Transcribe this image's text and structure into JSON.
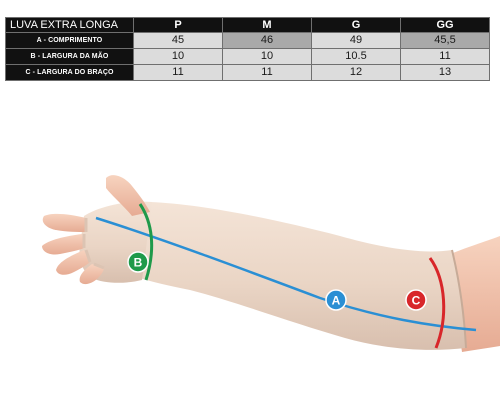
{
  "table": {
    "title": "LUVA EXTRA LONGA",
    "sizes": [
      "P",
      "M",
      "G",
      "GG"
    ],
    "rows": [
      {
        "label": "A - COMPRIMENTO",
        "values": [
          "45",
          "46",
          "49",
          "45,5"
        ]
      },
      {
        "label": "B - LARGURA DA MÃO",
        "values": [
          "10",
          "10",
          "10.5",
          "11"
        ]
      },
      {
        "label": "C - LARGURA DO BRAÇO",
        "values": [
          "11",
          "11",
          "12",
          "13"
        ]
      }
    ]
  },
  "measurements": {
    "a": {
      "letter": "A",
      "color": "#2a8fd4"
    },
    "b": {
      "letter": "B",
      "color": "#1f9a4a"
    },
    "c": {
      "letter": "C",
      "color": "#d8262a"
    }
  },
  "colors": {
    "header_bg": "#111111",
    "cell_light": "#dcdcdc",
    "cell_mid": "#a9a9a9",
    "glove": "#ecd9ca",
    "skin": "#f2c4ad"
  }
}
